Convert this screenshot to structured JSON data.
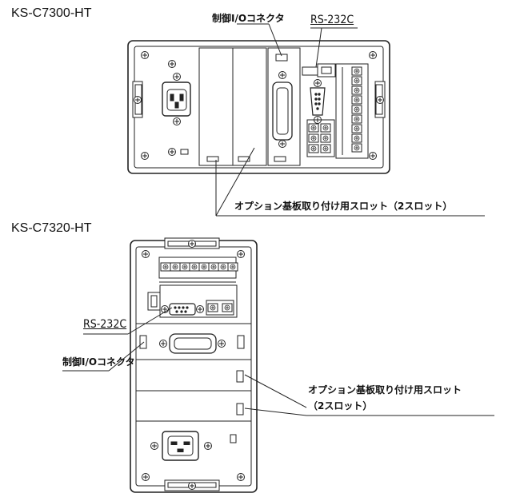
{
  "top_unit": {
    "model": "KS-C7300-HT",
    "control_io_label": "制御I/Oコネクタ",
    "rs232c_label": "RS-232C",
    "slot_label": "オプション基板取り付け用スロット（2スロット）"
  },
  "bottom_unit": {
    "model": "KS-C7320-HT",
    "control_io_label": "制御I/Oコネクタ",
    "rs232c_label": "RS-232C",
    "slot_label_line1": "オプション基板取り付け用スロット",
    "slot_label_line2": "（2スロット）"
  }
}
